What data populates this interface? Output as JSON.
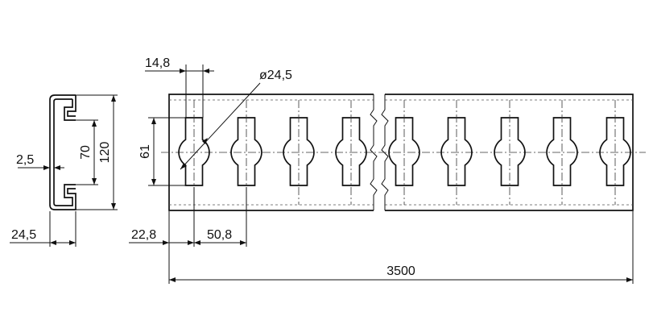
{
  "dimensions": {
    "slot_width": "14,8",
    "hole_diameter": "ø24,5",
    "wall_thickness": "2,5",
    "inner_height": "70",
    "profile_height": "120",
    "slot_length": "61",
    "profile_width": "24,5",
    "first_slot_offset": "22,8",
    "slot_pitch": "50,8",
    "total_length": "3500"
  }
}
